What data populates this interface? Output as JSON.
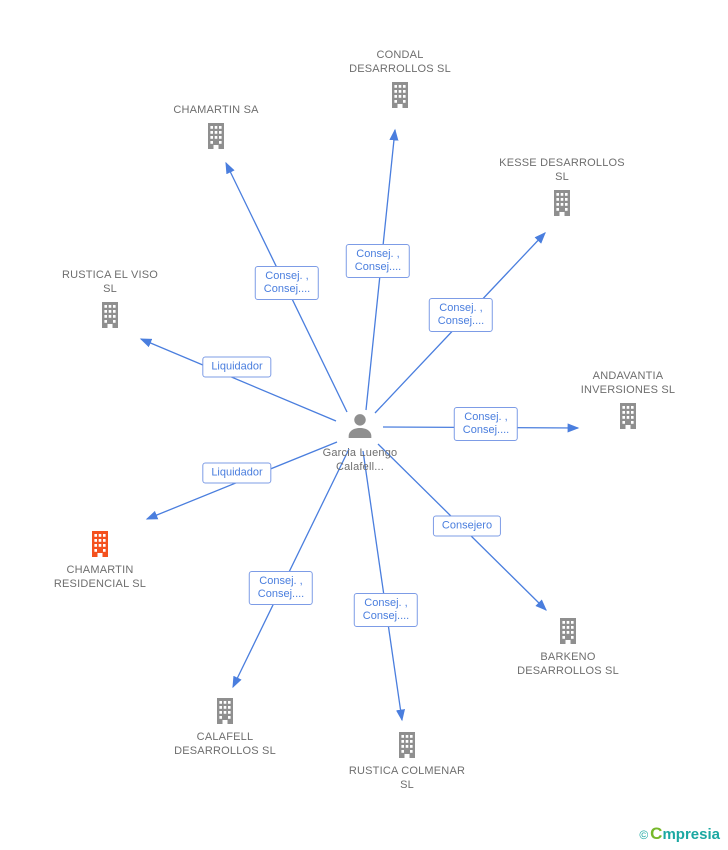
{
  "person": {
    "label": "Garcia Luengo Calafell..."
  },
  "companies": [
    {
      "label": "CONDAL DESARROLLOS SL"
    },
    {
      "label": "CHAMARTIN SA"
    },
    {
      "label": "KESSE DESARROLLOS SL"
    },
    {
      "label": "RUSTICA EL VISO SL"
    },
    {
      "label": "ANDAVANTIA INVERSIONES SL"
    },
    {
      "label": "CHAMARTIN RESIDENCIAL SL",
      "highlighted": true
    },
    {
      "label": "CALAFELL DESARROLLOS SL"
    },
    {
      "label": "RUSTICA COLMENAR SL"
    },
    {
      "label": "BARKENO DESARROLLOS SL"
    }
  ],
  "edges": [
    {
      "target": "CHAMARTIN SA",
      "label": "Consej. ,\nConsej...."
    },
    {
      "target": "CONDAL DESARROLLOS SL",
      "label": "Consej. ,\nConsej...."
    },
    {
      "target": "KESSE DESARROLLOS SL",
      "label": "Consej. ,\nConsej...."
    },
    {
      "target": "RUSTICA EL VISO SL",
      "label": "Liquidador"
    },
    {
      "target": "ANDAVANTIA INVERSIONES SL",
      "label": "Consej. ,\nConsej...."
    },
    {
      "target": "CHAMARTIN RESIDENCIAL SL",
      "label": "Liquidador"
    },
    {
      "target": "BARKENO DESARROLLOS SL",
      "label": "Consejero"
    },
    {
      "target": "CALAFELL DESARROLLOS SL",
      "label": "Consej. ,\nConsej...."
    },
    {
      "target": "RUSTICA COLMENAR SL",
      "label": "Consej. ,\nConsej...."
    }
  ],
  "footer": {
    "copyright": "©",
    "brand_initial": "C",
    "brand_rest": "mpresia"
  },
  "colors": {
    "edge_blue": "#4a7ede",
    "node_gray": "#8f8f8f",
    "highlight_orange": "#f4511e",
    "label_text": "#6e6e6e",
    "brand_teal": "#1ba8a2",
    "brand_green": "#76b82a"
  }
}
